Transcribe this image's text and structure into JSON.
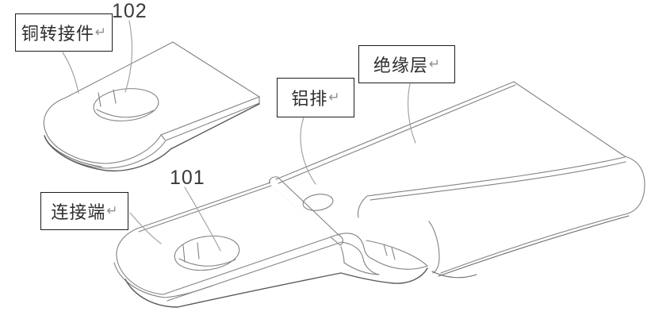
{
  "figure": {
    "kind": "patent-technical-line-drawing",
    "subject": "insulated busbar assembly, isometric exploded view",
    "background": "#ffffff"
  },
  "labels": {
    "copper_adapter": {
      "text": "铜转接件",
      "mark": "↵"
    },
    "aluminum_busbar": {
      "text": "铝排",
      "mark": "↵"
    },
    "insulation_layer": {
      "text": "绝缘层",
      "mark": "↵"
    },
    "connection_end": {
      "text": "连接端",
      "mark": "↵"
    }
  },
  "ref_numbers": {
    "copper_hole": "102",
    "connection_hole": "101"
  },
  "colors": {
    "drawing_line": "#808080",
    "dark_line": "#565656",
    "leader_line": "#a3a3a3",
    "label_border": "#1c1c1c",
    "label_text": "#2e2e2e",
    "return_mark": "#8f8f8f"
  }
}
